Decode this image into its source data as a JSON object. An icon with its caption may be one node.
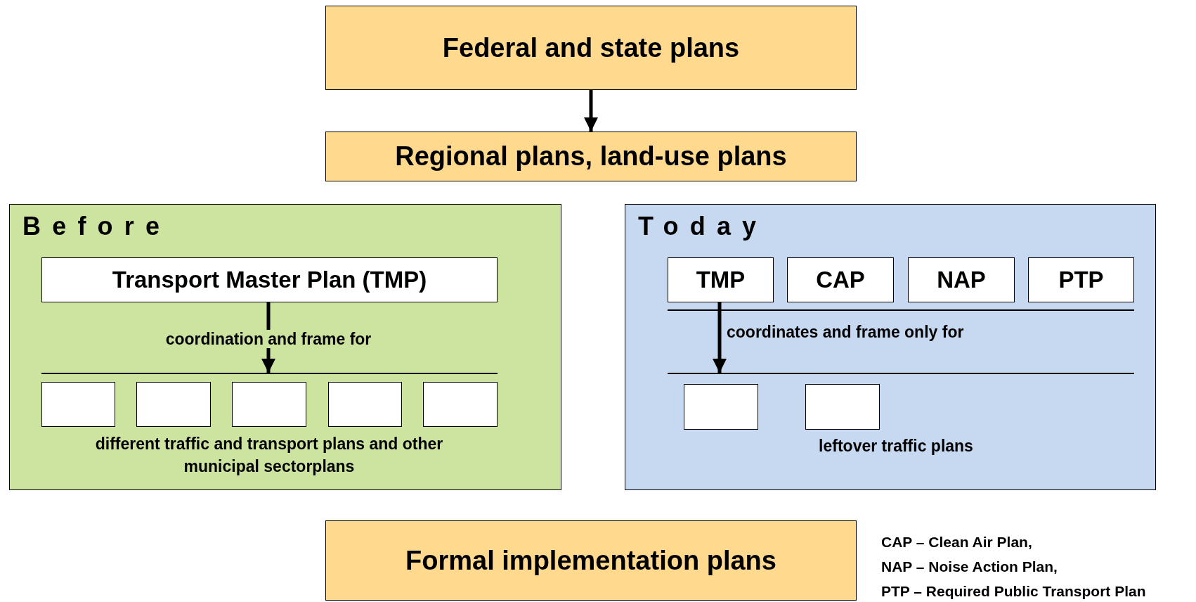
{
  "diagram": {
    "nodes": [
      {
        "text": [
          "Federal and state plans"
        ]
      },
      {
        "text": [
          "Regional plans, land-use plans"
        ]
      },
      {
        "text": [
          "Before"
        ]
      },
      {
        "text": [
          "Transport Master Plan (TMP)"
        ],
        "in": 2
      },
      {
        "text": [],
        "shape": "bar",
        "in": 2
      },
      {
        "text": [],
        "shape": "box",
        "in": 2
      },
      {
        "text": [],
        "shape": "box",
        "in": 2
      },
      {
        "text": [],
        "shape": "box",
        "in": 2
      },
      {
        "text": [],
        "shape": "box",
        "in": 2
      },
      {
        "text": [],
        "shape": "box",
        "in": 2
      },
      {
        "text": [
          "Today"
        ]
      },
      {
        "text": [
          "TMP"
        ],
        "in": 10
      },
      {
        "text": [
          "CAP"
        ],
        "in": 10
      },
      {
        "text": [
          "NAP"
        ],
        "in": 10
      },
      {
        "text": [
          "PTP"
        ],
        "in": 10
      },
      {
        "text": [],
        "shape": "bar",
        "in": 10
      },
      {
        "text": [],
        "shape": "box",
        "in": 10
      },
      {
        "text": [],
        "shape": "box",
        "in": 10
      },
      {
        "text": [
          "Formal implementation plans"
        ]
      }
    ],
    "edges": [
      {
        "from": 0,
        "to": 1,
        "arrow": "to"
      },
      {
        "from": 3,
        "to": 4,
        "arrow": "to",
        "label": "coordination and frame for"
      },
      {
        "from": 11,
        "to": 15,
        "arrow": "to",
        "label": "coordinates and frame only for"
      }
    ],
    "labels": [
      "different traffic and transport plans and other municipal sectorplans",
      "leftover traffic plans",
      "CAP – Clean Air Plan,",
      "NAP – Noise Action Plan,",
      "PTP – Required Public Transport Plan"
    ]
  }
}
